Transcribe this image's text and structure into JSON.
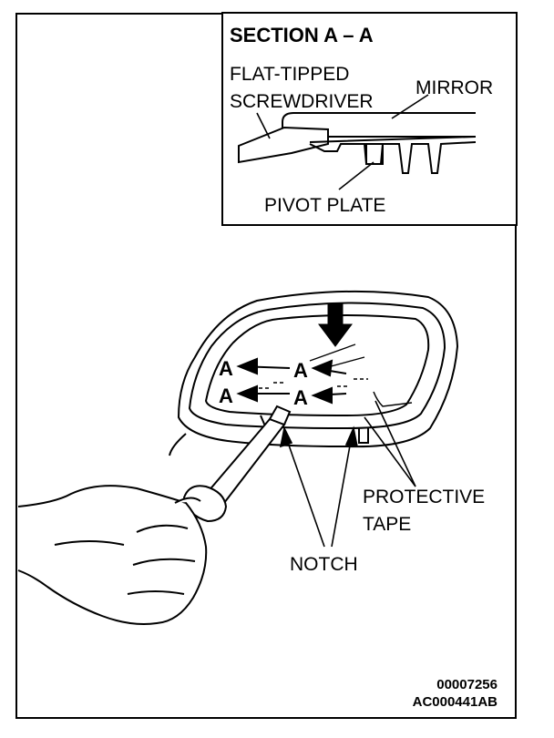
{
  "section": {
    "title": "SECTION A – A",
    "label_screwdriver_line1": "FLAT-TIPPED",
    "label_screwdriver_line2": "SCREWDRIVER",
    "label_mirror": "MIRROR",
    "label_pivot_plate": "PIVOT PLATE"
  },
  "main": {
    "section_letter": "A",
    "label_protective_line1": "PROTECTIVE",
    "label_protective_line2": "TAPE",
    "label_notch": "NOTCH"
  },
  "footer": {
    "code_line1": "00007256",
    "code_line2": "AC000441AB"
  }
}
